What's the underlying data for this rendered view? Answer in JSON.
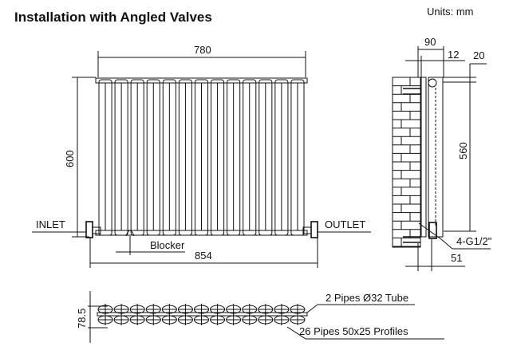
{
  "title": "Installation with Angled Valves",
  "units": "Units: mm",
  "front_view": {
    "tube_count": 13,
    "width_label": "780",
    "height_label": "600",
    "overall_width_label": "854",
    "inlet_label": "INLET",
    "outlet_label": "OUTLET",
    "blocker_label": "Blocker"
  },
  "side_view": {
    "depth_label": "90",
    "gap_label": "12",
    "offset_label": "20",
    "centers_label": "560",
    "connection_label": "4-G1/2\"",
    "valve_offset_label": "51"
  },
  "top_view": {
    "depth_label": "78.5",
    "tube_label": "2 Pipes Ø32  Tube",
    "profile_label": "26 Pipes 50x25   Profiles"
  }
}
